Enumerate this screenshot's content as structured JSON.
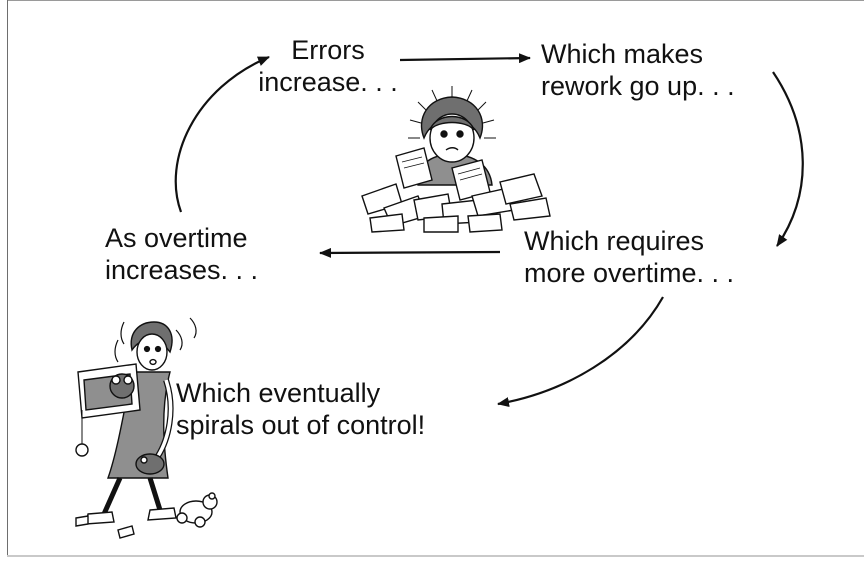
{
  "cycle": {
    "step1": {
      "line1": "Errors",
      "line2": "increase. . ."
    },
    "step2": {
      "line1": "Which makes",
      "line2": "rework go up. . ."
    },
    "step3": {
      "line1": "Which requires",
      "line2": "more overtime. . ."
    },
    "step4": {
      "line1": "As overtime",
      "line2": "increases. . ."
    }
  },
  "outcome": {
    "line1": "Which eventually",
    "line2": "spirals out of control!"
  },
  "illustrations": {
    "top": "worker-buried-in-papers",
    "bottom": "frazzled-worker-dropping-toys"
  }
}
